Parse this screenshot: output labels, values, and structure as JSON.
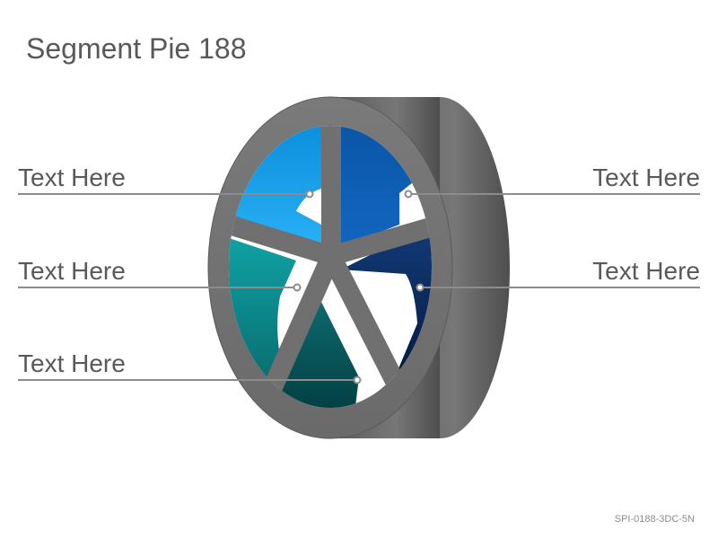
{
  "title": "Segment Pie 188",
  "labels": {
    "left_top": "Text Here",
    "left_middle": "Text Here",
    "left_bottom": "Text Here",
    "right_top": "Text Here",
    "right_middle": "Text Here"
  },
  "footer_code": "SPI-0188-3DC-5N",
  "colors": {
    "rim": "#6e6e6e",
    "rim_side": "#555555",
    "connector": "#8c8c8c",
    "segment_light_blue": "#1aa3ee",
    "segment_blue": "#0a5cb0",
    "segment_navy": "#0a2a5c",
    "segment_dark_teal": "#065a5e",
    "segment_teal": "#10969a"
  }
}
